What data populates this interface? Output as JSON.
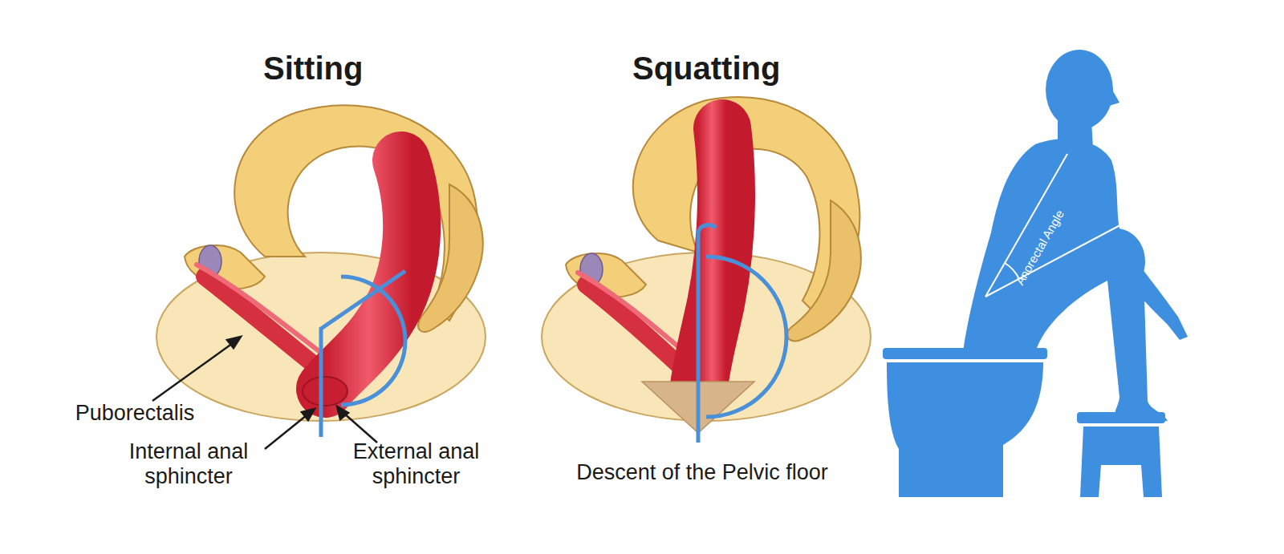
{
  "diagram": {
    "labels": [
      "Sitting",
      "Squatting",
      "Puborectalis",
      "Internal anal sphincter",
      "External anal sphincter",
      "Descent of the Pelvic floor",
      "Anorectal Angle"
    ]
  }
}
